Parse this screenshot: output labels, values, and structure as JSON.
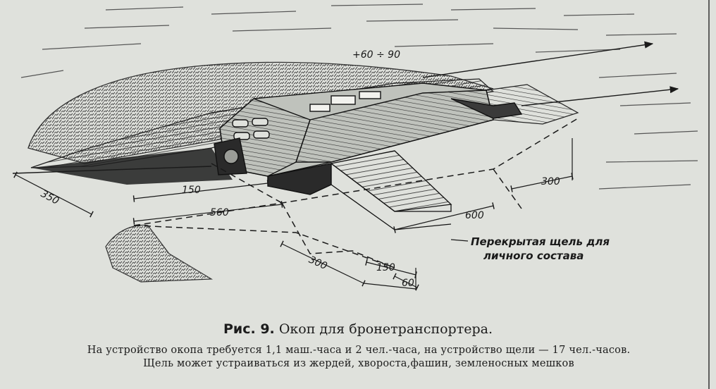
{
  "figure": {
    "slope_label": "+60 ÷ 90",
    "dimensions": {
      "d350": "350",
      "d150_top": "150",
      "d560": "560",
      "d600": "600",
      "d300_right": "300",
      "d300_bottom": "300",
      "d150_bottom": "150",
      "d60": "60"
    },
    "note_line1": "Перекрытая щель для",
    "note_line2": "личного состава"
  },
  "caption": {
    "number": "Рис. 9.",
    "title": "Окоп для бронетранспортера."
  },
  "caption_note": {
    "line1": "На устройство окопа требуется 1,1 маш.-часа и 2 чел.-часа, на устройство щели — 17 чел.-часов.",
    "line2": "Щель может устраиваться из жердей, хвороста,фашин, земленосных мешков"
  }
}
